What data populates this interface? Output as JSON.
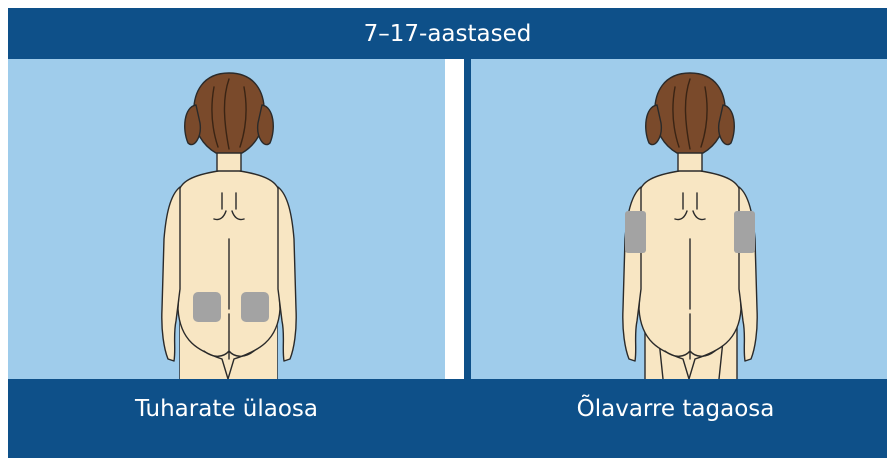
{
  "header": {
    "title": "7–17-aastased"
  },
  "panels": [
    {
      "caption": "Tuharate ülaosa",
      "highlight": "upper-buttocks"
    },
    {
      "caption": "Õlavarre tagaosa",
      "highlight": "back-of-upper-arms"
    }
  ],
  "colors": {
    "frame": "#0e5089",
    "panel_background": "#9fcceb",
    "skin": "#f8e6c3",
    "outline": "#2a2a2a",
    "hair": "#7a4a2b",
    "injection_site": "#a3a3a3",
    "text": "#ffffff"
  }
}
